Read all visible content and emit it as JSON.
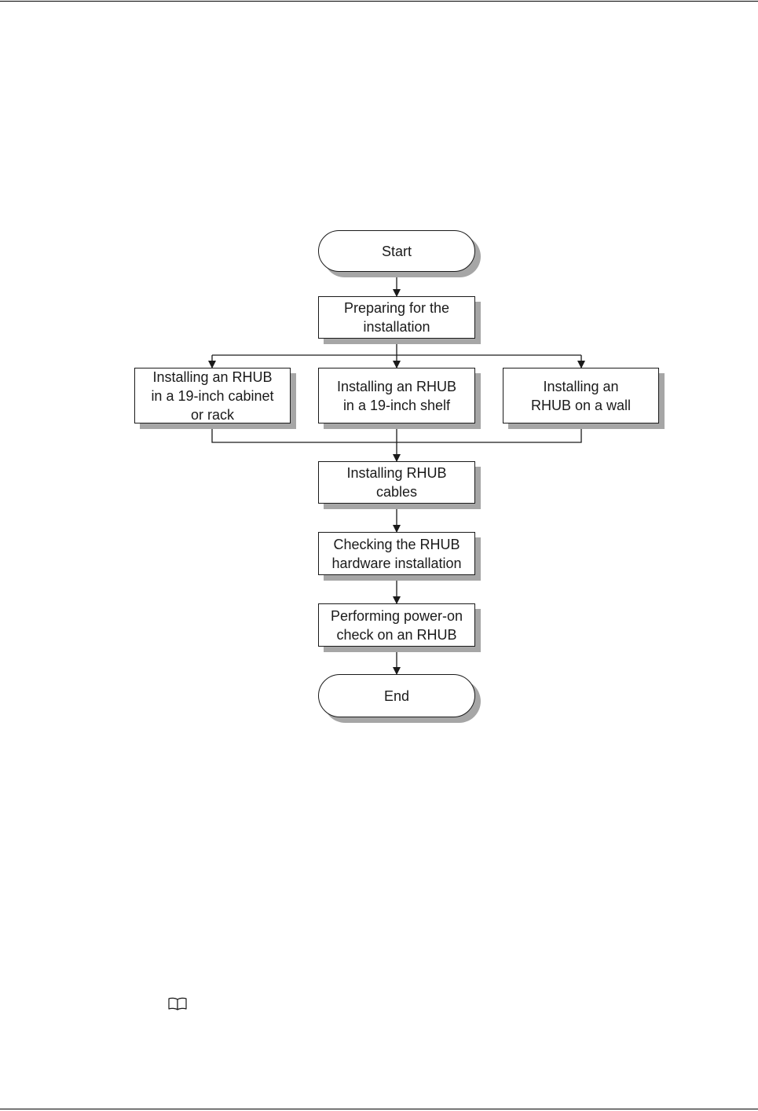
{
  "flowchart": {
    "start": "Start",
    "prepare": "Preparing for the\ninstallation",
    "install_cabinet": "Installing an RHUB\nin a 19-inch cabinet\nor rack",
    "install_shelf": "Installing an RHUB\nin a 19-inch shelf",
    "install_wall": "Installing an\nRHUB on a wall",
    "install_cables": "Installing RHUB\ncables",
    "check_hardware": "Checking the RHUB\nhardware installation",
    "power_on_check": "Performing power-on\ncheck on an RHUB",
    "end": "End"
  },
  "icons": {
    "note": "book-icon"
  }
}
